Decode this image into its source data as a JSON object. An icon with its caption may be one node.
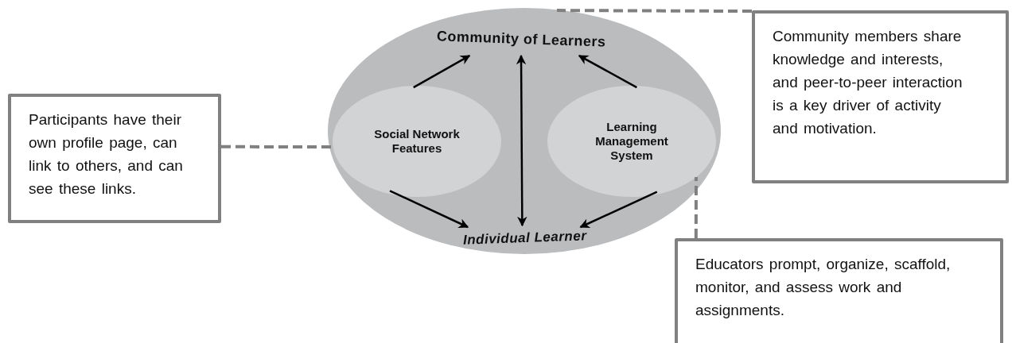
{
  "diagram": {
    "nodes": [
      {
        "text": [],
        "shape": "ellipse"
      },
      {
        "text": [
          "Community of Learners"
        ],
        "in": 0
      },
      {
        "text": [
          "Social Network Features"
        ],
        "in": 0
      },
      {
        "text": [
          "Learning Management System"
        ],
        "in": 0
      },
      {
        "text": [
          "Individual Learner"
        ],
        "in": 0
      },
      {
        "text": [
          "Participants have their own profile page, can link to others, and can see these links."
        ]
      },
      {
        "text": [
          "Community members share knowledge and interests, and peer-to-peer interaction is a key driver of activity and motivation."
        ]
      },
      {
        "text": [
          "Educators prompt, organize, scaffold, monitor, and assess work and assignments."
        ]
      }
    ],
    "edges": [
      {
        "from": 2,
        "to": 1,
        "arrow": "to"
      },
      {
        "from": 3,
        "to": 1,
        "arrow": "to"
      },
      {
        "from": 1,
        "to": 4,
        "arrow": "both"
      },
      {
        "from": 2,
        "to": 4,
        "arrow": "to"
      },
      {
        "from": 3,
        "to": 4,
        "arrow": "to"
      },
      {
        "from": 5,
        "to": 2,
        "arrow": "none",
        "style": "dashed",
        "color": "#808080"
      },
      {
        "from": 6,
        "to": 0,
        "arrow": "none",
        "style": "dashed",
        "color": "#808080"
      },
      {
        "from": 7,
        "to": 3,
        "arrow": "none",
        "style": "dashed",
        "color": "#808080"
      }
    ]
  }
}
